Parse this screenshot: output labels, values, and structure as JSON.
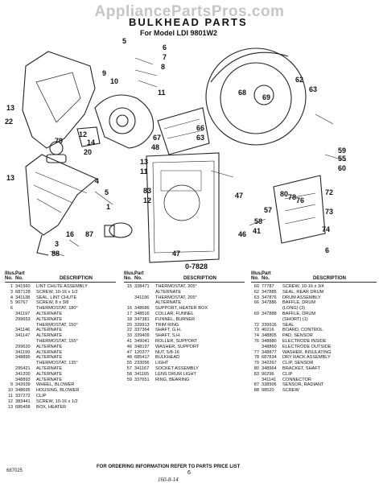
{
  "watermark": "AppliancePartsPros.com",
  "header": {
    "title": "BULKHEAD PARTS",
    "subtitle": "For Model LDI 9801W2"
  },
  "callouts": [
    {
      "id": "c5a",
      "label": "5"
    },
    {
      "id": "c6",
      "label": "6"
    },
    {
      "id": "c7",
      "label": "7"
    },
    {
      "id": "c8",
      "label": "8"
    },
    {
      "id": "c9",
      "label": "9"
    },
    {
      "id": "c10",
      "label": "10"
    },
    {
      "id": "c11",
      "label": "11"
    },
    {
      "id": "c13a",
      "label": "13"
    },
    {
      "id": "c79",
      "label": "79"
    },
    {
      "id": "c12",
      "label": "12"
    },
    {
      "id": "c20",
      "label": "20"
    },
    {
      "id": "c14",
      "label": "14"
    },
    {
      "id": "c22",
      "label": "22"
    },
    {
      "id": "c62",
      "label": "62"
    },
    {
      "id": "c63",
      "label": "63"
    },
    {
      "id": "c68",
      "label": "68"
    },
    {
      "id": "c69",
      "label": "69"
    },
    {
      "id": "c66",
      "label": "66"
    },
    {
      "id": "c63b",
      "label": "63"
    },
    {
      "id": "c67",
      "label": "67"
    },
    {
      "id": "c48",
      "label": "48"
    },
    {
      "id": "c59",
      "label": "59"
    },
    {
      "id": "c55",
      "label": "55"
    },
    {
      "id": "c60",
      "label": "60"
    },
    {
      "id": "c13b",
      "label": "13"
    },
    {
      "id": "c11b",
      "label": "11"
    },
    {
      "id": "c83",
      "label": "83"
    },
    {
      "id": "c12b",
      "label": "12"
    },
    {
      "id": "c4",
      "label": "4"
    },
    {
      "id": "c5b",
      "label": "5"
    },
    {
      "id": "c1",
      "label": "1"
    },
    {
      "id": "c13c",
      "label": "13"
    },
    {
      "id": "c47",
      "label": "47"
    },
    {
      "id": "c16",
      "label": "16"
    },
    {
      "id": "c3",
      "label": "3"
    },
    {
      "id": "c87",
      "label": "87"
    },
    {
      "id": "c88",
      "label": "88"
    },
    {
      "id": "c46",
      "label": "46"
    },
    {
      "id": "c41",
      "label": "41"
    },
    {
      "id": "c58",
      "label": "58"
    },
    {
      "id": "c57",
      "label": "57"
    },
    {
      "id": "c80",
      "label": "80"
    },
    {
      "id": "c78",
      "label": "78"
    },
    {
      "id": "c76",
      "label": "76"
    },
    {
      "id": "c72",
      "label": "72"
    },
    {
      "id": "c73",
      "label": "73"
    },
    {
      "id": "c74",
      "label": "74"
    },
    {
      "id": "c47b",
      "label": "47"
    },
    {
      "id": "c6b",
      "label": "6"
    }
  ],
  "parts_table": {
    "header_top": {
      "no": "Illus.",
      "part": "Part",
      "desc": ""
    },
    "header_bottom": {
      "no": "No.",
      "part": "No.",
      "desc": "DESCRIPTION"
    },
    "columns": [
      [
        {
          "no": "1",
          "part": "341560",
          "desc": "LINT CHUTE ASSEMBLY"
        },
        {
          "no": "3",
          "part": "687128",
          "desc": "SCREW, 10-16 x 1/2"
        },
        {
          "no": "4",
          "part": "341138",
          "desc": "SEAL, LINT CHUTE"
        },
        {
          "no": "5",
          "part": "90767",
          "desc": "SCREW, 8 x 3/8"
        },
        {
          "no": "6",
          "part": "",
          "desc": "THERMOSTAT, 180°"
        },
        {
          "no": "",
          "part": "341197",
          "desc": "ALTERNATE"
        },
        {
          "no": "",
          "part": "299653",
          "desc": "ALTERNATE"
        },
        {
          "no": "",
          "part": "",
          "desc": "THERMOSTAT, 150°"
        },
        {
          "no": "",
          "part": "341146",
          "desc": "ALTERNATE"
        },
        {
          "no": "",
          "part": "341147",
          "desc": "ALTERNATE"
        },
        {
          "no": "",
          "part": "",
          "desc": "THERMOSTAT, 155°"
        },
        {
          "no": "",
          "part": "299620",
          "desc": "ALTERNATE"
        },
        {
          "no": "",
          "part": "341199",
          "desc": "ALTERNATE"
        },
        {
          "no": "",
          "part": "348895",
          "desc": "ALTERNATE"
        },
        {
          "no": "",
          "part": "",
          "desc": "THERMOSTAT, 135°"
        },
        {
          "no": "",
          "part": "295421",
          "desc": "ALTERNATE"
        },
        {
          "no": "",
          "part": "341200",
          "desc": "ALTERNATE"
        },
        {
          "no": "",
          "part": "348893",
          "desc": "ALTERNATE"
        },
        {
          "no": "9",
          "part": "343939",
          "desc": "WHEEL, BLOWER"
        },
        {
          "no": "10",
          "part": "348695",
          "desc": "HOUSING, BLOWER"
        },
        {
          "no": "11",
          "part": "337272",
          "desc": "CLIP"
        },
        {
          "no": "12",
          "part": "383441",
          "desc": "SCREW, 10-16 x 1/2"
        },
        {
          "no": "13",
          "part": "685458",
          "desc": "BOX, HEATER"
        }
      ],
      [
        {
          "no": "15",
          "part": "338471",
          "desc": "THERMOSTAT, 205°"
        },
        {
          "no": "",
          "part": "",
          "desc": "ALTERNATE"
        },
        {
          "no": "",
          "part": "341196",
          "desc": "THERMOSTAT, 205°"
        },
        {
          "no": "",
          "part": "",
          "desc": "ALTERNATE"
        },
        {
          "no": "16",
          "part": "348686",
          "desc": "SUPPORT, HEATER BOX"
        },
        {
          "no": "17",
          "part": "348516",
          "desc": "COLLAR, FUNNEL"
        },
        {
          "no": "18",
          "part": "347381",
          "desc": "FUNNEL, BURNER"
        },
        {
          "no": "20",
          "part": "339913",
          "desc": "TRIM RING"
        },
        {
          "no": "22",
          "part": "337364",
          "desc": "SHAFT, G.H."
        },
        {
          "no": "33",
          "part": "339409",
          "desc": "SHAFT, S.H."
        },
        {
          "no": "41",
          "part": "349041",
          "desc": "ROLLER, SUPPORT"
        },
        {
          "no": "46",
          "part": "348197",
          "desc": "WASHER, SUPPORT"
        },
        {
          "no": "47",
          "part": "120377",
          "desc": "NUT, 5/8-16"
        },
        {
          "no": "48",
          "part": "685417",
          "desc": "BULKHEAD"
        },
        {
          "no": "55",
          "part": "233056",
          "desc": "LIGHT"
        },
        {
          "no": "57",
          "part": "341167",
          "desc": "SOCKET ASSEMBLY"
        },
        {
          "no": "58",
          "part": "341165",
          "desc": "LENS DRUM LIGHT"
        },
        {
          "no": "59",
          "part": "337651",
          "desc": "RING, BEARING"
        }
      ],
      [
        {
          "no": "60",
          "part": "77787",
          "desc": "SCREW, 10-16 x 3/4"
        },
        {
          "no": "62",
          "part": "347885",
          "desc": "SEAL, REAR DRUM"
        },
        {
          "no": "63",
          "part": "347876",
          "desc": "DRUM ASSEMBLY"
        },
        {
          "no": "66",
          "part": "347886",
          "desc": "BAFFLE, DRUM"
        },
        {
          "no": "",
          "part": "",
          "desc": "(LONG) (3)"
        },
        {
          "no": "69",
          "part": "347888",
          "desc": "BAFFLE, DRUM"
        },
        {
          "no": "",
          "part": "",
          "desc": "(SHORT) (1)"
        },
        {
          "no": "72",
          "part": "339916",
          "desc": "SEAL"
        },
        {
          "no": "73",
          "part": "40216",
          "desc": "BOARD, CONTROL"
        },
        {
          "no": "74",
          "part": "348805",
          "desc": "PAD, SENSOR"
        },
        {
          "no": "76",
          "part": "348880",
          "desc": "ELECTRODE INSIDE"
        },
        {
          "no": "",
          "part": "348860",
          "desc": "ELECTRODE OUTSIDE"
        },
        {
          "no": "77",
          "part": "348877",
          "desc": "WASHER, INSULATING"
        },
        {
          "no": "78",
          "part": "687834",
          "desc": "DRY RACK ASSEMBLY"
        },
        {
          "no": "79",
          "part": "342267",
          "desc": "CLIP, SENSOR"
        },
        {
          "no": "80",
          "part": "348964",
          "desc": "BRACKET, SHAFT"
        },
        {
          "no": "83",
          "part": "90296",
          "desc": "CLIP"
        },
        {
          "no": "",
          "part": "341141",
          "desc": "CONNECTOR"
        },
        {
          "no": "87",
          "part": "338906",
          "desc": "SENSOR, RADIANT"
        },
        {
          "no": "88",
          "part": "98520",
          "desc": "SCREW"
        }
      ]
    ]
  },
  "footer": {
    "ordering_note": "FOR ORDERING INFORMATION REFER TO PARTS PRICE LIST",
    "code": "687025",
    "page_number": "6",
    "handwritten_note": "160-8-14"
  }
}
